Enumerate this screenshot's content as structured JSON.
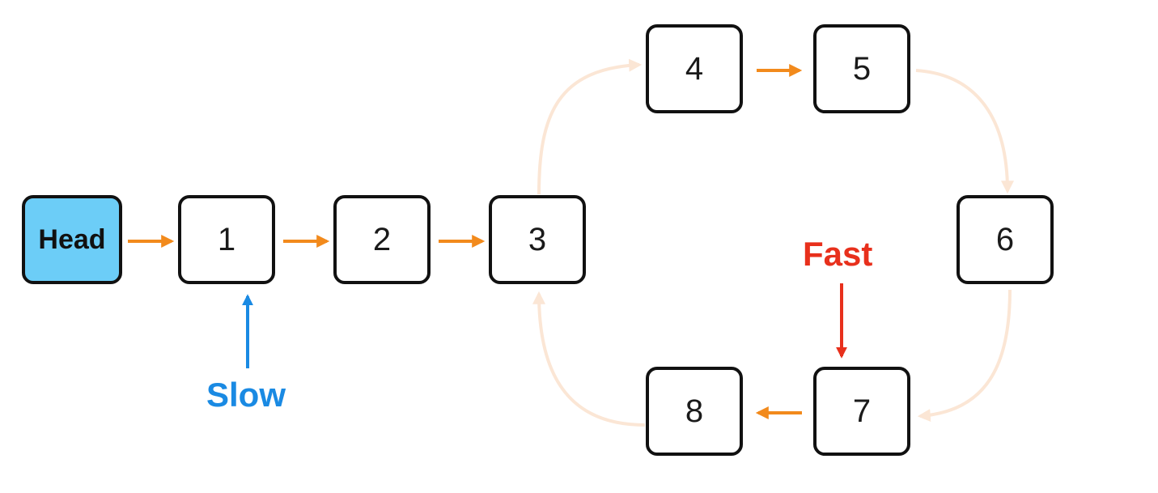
{
  "nodes": {
    "head": "Head",
    "n1": "1",
    "n2": "2",
    "n3": "3",
    "n4": "4",
    "n5": "5",
    "n6": "6",
    "n7": "7",
    "n8": "8"
  },
  "pointers": {
    "slow": "Slow",
    "fast": "Fast"
  },
  "colors": {
    "head_fill": "#6ccdf7",
    "active_arrow": "#f28a1c",
    "faded_arrow": "#fbe6d5",
    "slow": "#1a8ae3",
    "fast": "#e8301c",
    "node_border": "#111111"
  }
}
